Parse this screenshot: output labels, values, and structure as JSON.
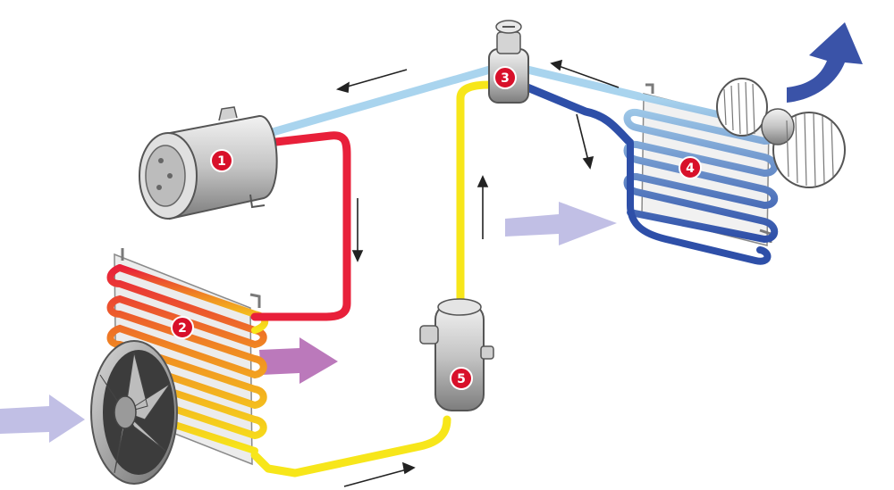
{
  "components": [
    {
      "number": "1",
      "icon": "compressor-icon"
    },
    {
      "number": "2",
      "icon": "condenser-icon"
    },
    {
      "number": "3",
      "icon": "expansion-valve-icon"
    },
    {
      "number": "4",
      "icon": "evaporator-icon"
    },
    {
      "number": "5",
      "icon": "receiver-drier-icon"
    }
  ],
  "colors": {
    "badge": "#d8102a",
    "hot_gas": "#e8203a",
    "liquid": "#f7e61a",
    "cold": "#2e4fa8",
    "suction": "#a9d4ee",
    "airflow": "#b6b4e0",
    "hot_air": "#b46ab4",
    "cold_air": "#3a53a8",
    "metal": "#c8c8c8"
  },
  "flow_arrows": [
    "left",
    "down",
    "up",
    "right",
    "left",
    "down"
  ]
}
